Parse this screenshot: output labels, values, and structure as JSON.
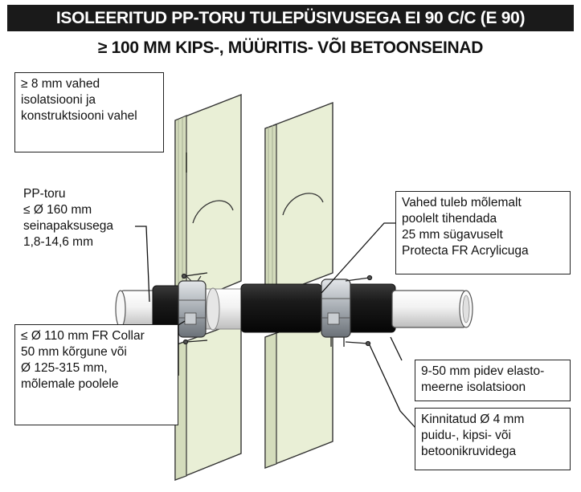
{
  "header": {
    "title": "ISOLEERITUD PP-TORU TULEPÜSIVUSEGA EI 90 C/C (E 90)",
    "subtitle": "≥ 100 MM KIPS-, MÜÜRITIS- VÕI BETOONSEINAD"
  },
  "labels": {
    "gap": [
      "≥ 8 mm vahed",
      "isolatsiooni ja",
      "konstruktsiooni vahel"
    ],
    "pipe": [
      "PP-toru",
      "≤ Ø 160 mm",
      "seinapaksusega",
      "1,8-14,6 mm"
    ],
    "sealing": [
      "Vahed tuleb mõlemalt",
      "poolelt tihendada",
      "25 mm sügavuselt",
      "Protecta FR Acrylicuga"
    ],
    "collar": [
      "≤ Ø 110 mm FR Collar",
      "50 mm kõrgune või",
      "Ø 125-315 mm,",
      "mõlemale poolele"
    ],
    "insulation": [
      "9-50 mm pidev elasto-",
      "meerne isolatsioon"
    ],
    "screws": [
      "Kinnitatud Ø 4 mm",
      "puidu-, kipsi- või",
      "betoonikruvidega"
    ]
  },
  "colors": {
    "board": "#e9efd6",
    "board_edge": "#d4dcbc",
    "insulation": "#1b1b1b",
    "pipe": "#f4f4f4",
    "collar": "#9aa0a6",
    "title_bg": "#1a1a1a"
  }
}
